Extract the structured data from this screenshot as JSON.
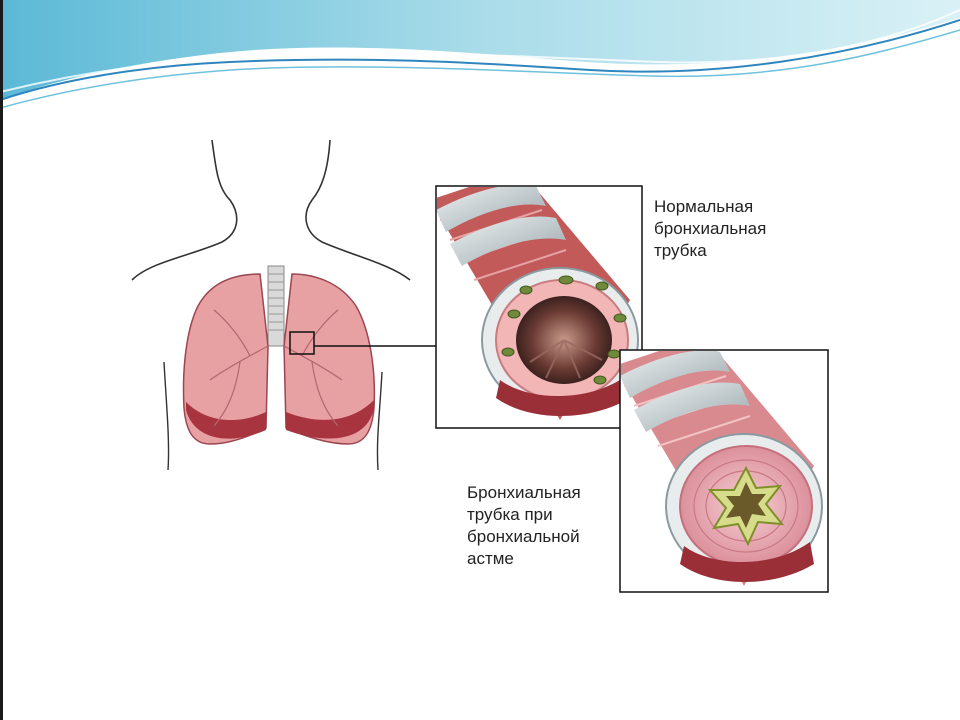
{
  "labels": {
    "normal_bronchus": "Нормальная\nбронхиальная\nтрубка",
    "asthma_bronchus": "Бронхиальная\nтрубка при\nбронхиальной\nастме"
  },
  "colors": {
    "wave_light": "#bfe6ef",
    "wave_mid": "#7fcbe0",
    "wave_dark": "#3a8fc0",
    "lung": "#e39a9c",
    "lung_dark": "#a83a44",
    "tube_ring": "#c9d3d6",
    "tube_muscle": "#c45a5a",
    "lumen_dark": "#4a2a2a",
    "mucus_green": "#6f8a3a",
    "asthma_wall": "#e8a7b0"
  },
  "icons": {
    "header": "wave-decoration",
    "left_figure": "torso-lungs-illustration",
    "normal": "normal-bronchus-illustration",
    "asthma": "asthma-bronchus-illustration"
  }
}
